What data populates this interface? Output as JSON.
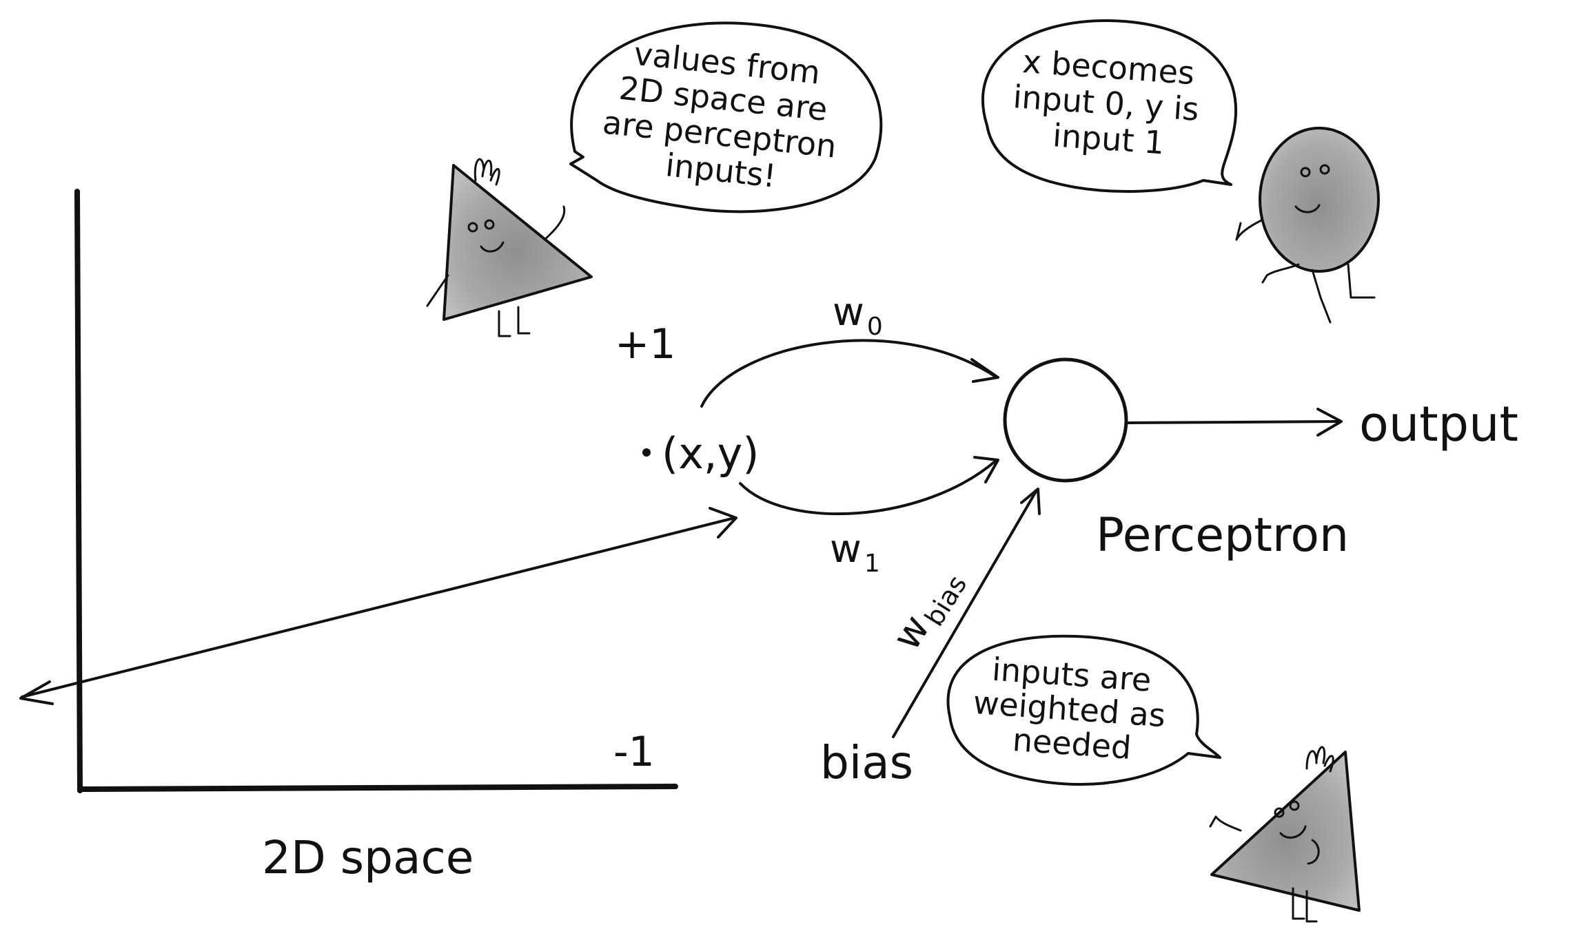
{
  "labels": {
    "plus_one": "+1",
    "minus_one": "-1",
    "space": "2D space",
    "point": "(x,y)",
    "w0": "w",
    "w0_sub": "0",
    "w1": "w",
    "w1_sub": "1",
    "wbias": "w",
    "wbias_sub": "bias",
    "bias": "bias",
    "perceptron": "Perceptron",
    "output": "output"
  },
  "bubbles": {
    "top_left": [
      "values from",
      "2D space are",
      "are perceptron",
      "inputs!"
    ],
    "top_right": [
      "x becomes",
      "input 0, y is",
      "input 1"
    ],
    "bottom_right": [
      "inputs are",
      "weighted as",
      "needed"
    ]
  },
  "colors": {
    "ink": "#111111",
    "character_fill": "#a8a8a8",
    "character_shade": "#8c8c8c",
    "background": "#ffffff"
  }
}
